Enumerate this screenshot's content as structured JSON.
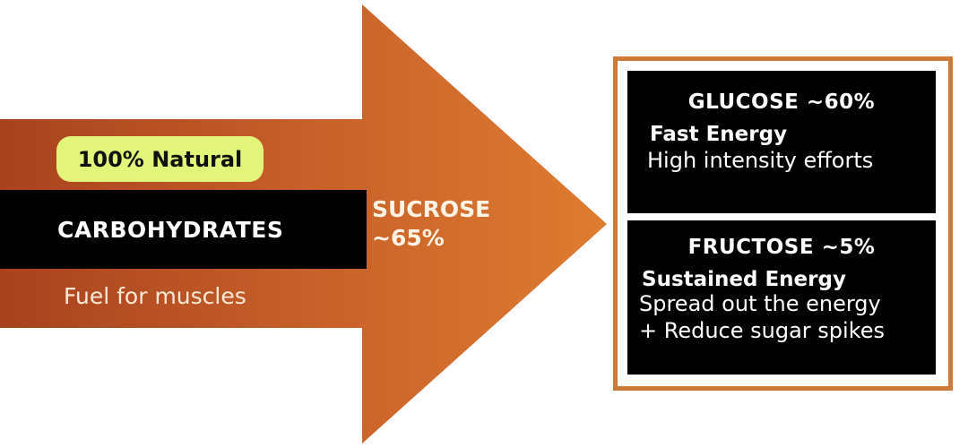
{
  "colors": {
    "arrow_start": "#a8421e",
    "arrow_end": "#dd7b2f",
    "badge_bg": "#e2f57a",
    "band_bg": "#000000",
    "box_border": "#d07a3a"
  },
  "left": {
    "badge": "100% Natural",
    "category": "CARBOHYDRATES",
    "subtitle": "Fuel for muscles"
  },
  "arrow": {
    "label_line1": "SUCROSE",
    "label_line2": "~65%"
  },
  "right": {
    "cards": [
      {
        "title": "GLUCOSE  ~60%",
        "heading": "Fast Energy",
        "lines": [
          "High intensity efforts"
        ]
      },
      {
        "title": "FRUCTOSE ~5%",
        "heading": "Sustained Energy",
        "lines": [
          "Spread out the energy",
          "+ Reduce sugar spikes"
        ]
      }
    ]
  }
}
